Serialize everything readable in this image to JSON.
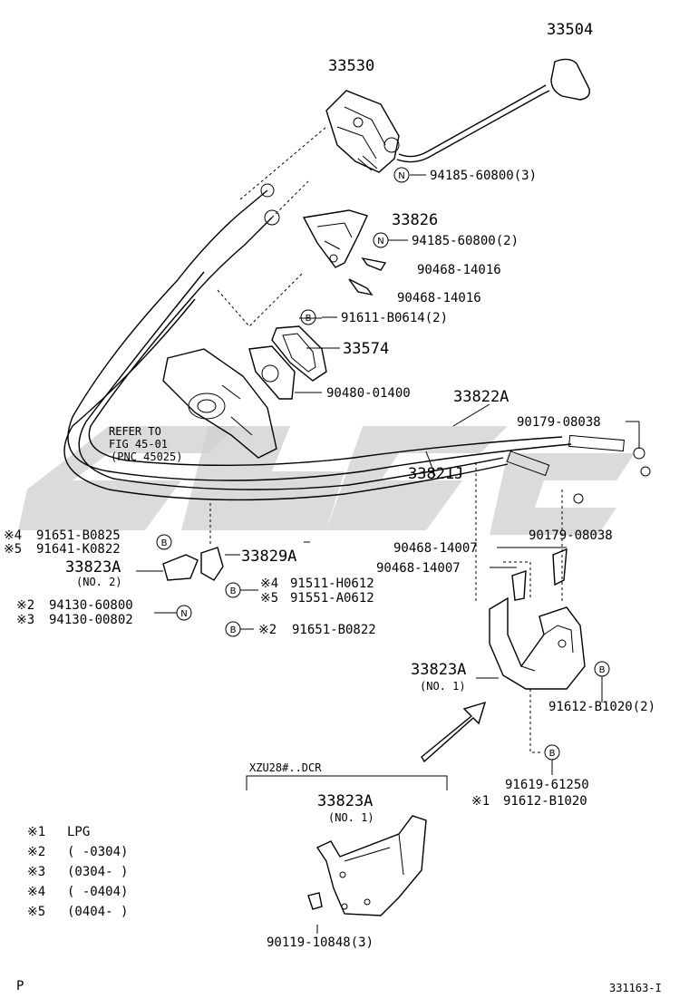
{
  "parts": {
    "p33504": "33504",
    "p33530": "33530",
    "p94185_3": "94185-60800(3)",
    "p33826": "33826",
    "p94185_2": "94185-60800(2)",
    "p90468_a": "90468-14016",
    "p90468_b": "90468-14016",
    "p91611": "91611-B0614(2)",
    "p33574": "33574",
    "p90480": "90480-01400",
    "p33822A": "33822A",
    "p90179_a": "90179-08038",
    "p33821J": "33821J",
    "p90179_b": "90179-08038",
    "p90468_c": "90468-14007",
    "p90468_d": "90468-14007",
    "p33829A": "33829A",
    "p33823A_2": "33823A",
    "no2": "(NO. 2)",
    "p33823A_1": "33823A",
    "no1": "(NO. 1)",
    "p91612_2": "91612-B1020(2)",
    "p91619": "91619-61250",
    "p91612_1": "91612-B1020",
    "xzu": "XZU28#..DCR",
    "p33823A_3": "33823A",
    "no1b": "(NO. 1)",
    "p90119": "90119-10848(3)",
    "footer_left": "P",
    "footer_right": "331163-I"
  },
  "refer": {
    "line1": "REFER TO",
    "line2": "FIG 45-01",
    "line3": "(PNC 45025)"
  },
  "variant_parts": {
    "v1_mark": "※4",
    "v1": "91651-B0825",
    "v2_mark": "※5",
    "v2": "91641-K0822",
    "v3_mark": "※4",
    "v3": "91511-H0612",
    "v4_mark": "※5",
    "v4": "91551-A0612",
    "v5_mark": "※2",
    "v5": "94130-60800",
    "v6_mark": "※3",
    "v6": "94130-00802",
    "v7_mark": "※2",
    "v7": "91651-B0822",
    "v8_mark": "※1",
    "v8": "91612-B1020"
  },
  "symbols": {
    "n": "N",
    "b": "B"
  },
  "legend": [
    {
      "mark": "※1",
      "text": "LPG"
    },
    {
      "mark": "※2",
      "text": "(      -0304)"
    },
    {
      "mark": "※3",
      "text": "(0304-      )"
    },
    {
      "mark": "※4",
      "text": "(      -0404)"
    },
    {
      "mark": "※5",
      "text": "(0404-      )"
    }
  ]
}
